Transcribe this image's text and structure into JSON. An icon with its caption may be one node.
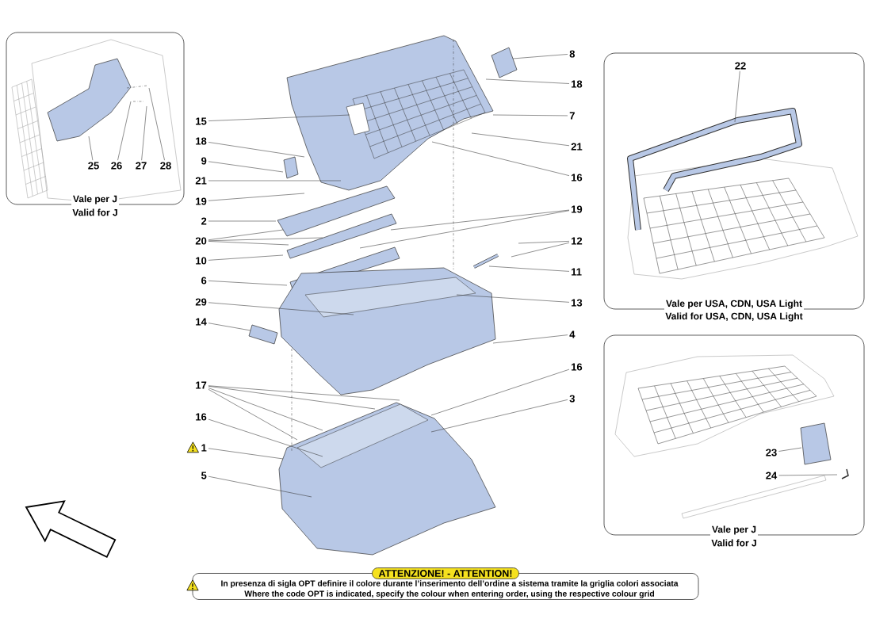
{
  "diagram": {
    "nodes": [
      {
        "text": [
          "Vale per J",
          "Valid for J"
        ]
      },
      {
        "text": [
          "25"
        ],
        "in": 0
      },
      {
        "text": [
          "26"
        ],
        "in": 0
      },
      {
        "text": [
          "27"
        ],
        "in": 0
      },
      {
        "text": [
          "28"
        ],
        "in": 0
      },
      {
        "text": [
          "15"
        ]
      },
      {
        "text": [
          "18"
        ]
      },
      {
        "text": [
          "9"
        ]
      },
      {
        "text": [
          "21"
        ]
      },
      {
        "text": [
          "19"
        ]
      },
      {
        "text": [
          "2"
        ]
      },
      {
        "text": [
          "20"
        ]
      },
      {
        "text": [
          "10"
        ]
      },
      {
        "text": [
          "6"
        ]
      },
      {
        "text": [
          "29"
        ]
      },
      {
        "text": [
          "14"
        ]
      },
      {
        "text": [
          "17"
        ]
      },
      {
        "text": [
          "16"
        ]
      },
      {
        "text": [
          "1"
        ]
      },
      {
        "text": [
          "5"
        ]
      },
      {
        "text": [
          "8"
        ]
      },
      {
        "text": [
          "18"
        ]
      },
      {
        "text": [
          "7"
        ]
      },
      {
        "text": [
          "21"
        ]
      },
      {
        "text": [
          "16"
        ]
      },
      {
        "text": [
          "19"
        ]
      },
      {
        "text": [
          "12"
        ]
      },
      {
        "text": [
          "11"
        ]
      },
      {
        "text": [
          "13"
        ]
      },
      {
        "text": [
          "4"
        ]
      },
      {
        "text": [
          "16"
        ]
      },
      {
        "text": [
          "3"
        ]
      },
      {
        "text": [
          "Vale per USA, CDN, USA Light",
          "Valid for USA, CDN, USA Light"
        ]
      },
      {
        "text": [
          "22"
        ],
        "in": 32
      },
      {
        "text": [
          "Vale per J",
          "Valid for J"
        ]
      },
      {
        "text": [
          "23"
        ],
        "in": 34
      },
      {
        "text": [
          "24"
        ],
        "in": 34
      },
      {
        "text": [
          "ATTENZIONE! - ATTENTION!",
          "In presenza di sigla OPT definire il colore durante l’inserimento dell’ordine a sistema tramite la griglia colori associata",
          "Where the code OPT is indicated, specify the colour when entering order, using the respective colour grid"
        ]
      }
    ],
    "edges": [
      {
        "from": 1,
        "to": null,
        "arrow": "none"
      },
      {
        "from": 2,
        "to": null,
        "arrow": "none"
      },
      {
        "from": 3,
        "to": null,
        "arrow": "none"
      },
      {
        "from": 4,
        "to": null,
        "arrow": "none"
      },
      {
        "from": 5,
        "to": null,
        "arrow": "none"
      },
      {
        "from": 6,
        "to": null,
        "arrow": "none"
      },
      {
        "from": 7,
        "to": null,
        "arrow": "none"
      },
      {
        "from": 8,
        "to": null,
        "arrow": "none"
      },
      {
        "from": 9,
        "to": null,
        "arrow": "none"
      },
      {
        "from": 10,
        "to": null,
        "arrow": "none"
      },
      {
        "from": 11,
        "to": null,
        "arrow": "none"
      },
      {
        "from": 11,
        "to": null,
        "arrow": "none"
      },
      {
        "from": 11,
        "to": null,
        "arrow": "none"
      },
      {
        "from": 12,
        "to": null,
        "arrow": "none"
      },
      {
        "from": 13,
        "to": null,
        "arrow": "none"
      },
      {
        "from": 14,
        "to": null,
        "arrow": "none"
      },
      {
        "from": 15,
        "to": null,
        "arrow": "none"
      },
      {
        "from": 16,
        "to": null,
        "arrow": "none"
      },
      {
        "from": 16,
        "to": null,
        "arrow": "none"
      },
      {
        "from": 16,
        "to": null,
        "arrow": "none"
      },
      {
        "from": 16,
        "to": null,
        "arrow": "none"
      },
      {
        "from": 17,
        "to": null,
        "arrow": "none"
      },
      {
        "from": 18,
        "to": null,
        "arrow": "none"
      },
      {
        "from": 19,
        "to": null,
        "arrow": "none"
      },
      {
        "from": 20,
        "to": null,
        "arrow": "none"
      },
      {
        "from": 21,
        "to": null,
        "arrow": "none"
      },
      {
        "from": 22,
        "to": null,
        "arrow": "none"
      },
      {
        "from": 23,
        "to": null,
        "arrow": "none"
      },
      {
        "from": 24,
        "to": null,
        "arrow": "none"
      },
      {
        "from": 25,
        "to": null,
        "arrow": "none"
      },
      {
        "from": 25,
        "to": null,
        "arrow": "none"
      },
      {
        "from": 26,
        "to": null,
        "arrow": "none"
      },
      {
        "from": 26,
        "to": null,
        "arrow": "none"
      },
      {
        "from": 27,
        "to": null,
        "arrow": "none"
      },
      {
        "from": 28,
        "to": null,
        "arrow": "none"
      },
      {
        "from": 29,
        "to": null,
        "arrow": "none"
      },
      {
        "from": 30,
        "to": null,
        "arrow": "none"
      },
      {
        "from": 31,
        "to": null,
        "arrow": "none"
      },
      {
        "from": 33,
        "to": null,
        "arrow": "none"
      },
      {
        "from": 35,
        "to": null,
        "arrow": "none"
      },
      {
        "from": 36,
        "to": null,
        "arrow": "none"
      }
    ]
  }
}
